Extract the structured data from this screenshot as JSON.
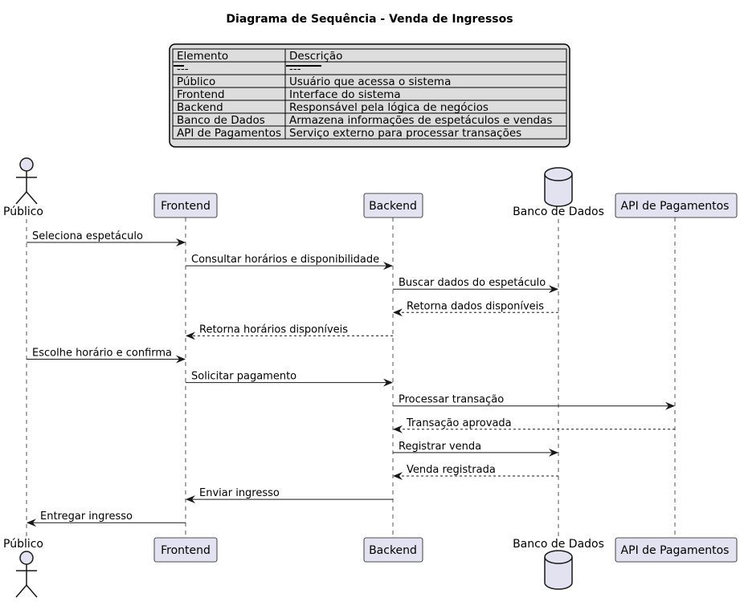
{
  "title": "Diagrama de Sequência - Venda de Ingressos",
  "legend": {
    "header": [
      "Elemento",
      "Descrição"
    ],
    "separator": [
      "---",
      "---"
    ],
    "rows": [
      [
        "Público",
        "Usuário que acessa o sistema"
      ],
      [
        "Frontend",
        "Interface do sistema"
      ],
      [
        "Backend",
        "Responsável pela lógica de negócios"
      ],
      [
        "Banco de Dados",
        "Armazena informações de espetáculos e vendas"
      ],
      [
        "API de Pagamentos",
        "Serviço externo para processar transações"
      ]
    ]
  },
  "participants": [
    {
      "id": "publico",
      "label": "Público",
      "kind": "actor"
    },
    {
      "id": "frontend",
      "label": "Frontend",
      "kind": "participant"
    },
    {
      "id": "backend",
      "label": "Backend",
      "kind": "participant"
    },
    {
      "id": "banco",
      "label": "Banco de Dados",
      "kind": "database"
    },
    {
      "id": "api",
      "label": "API de Pagamentos",
      "kind": "participant"
    }
  ],
  "messages": [
    {
      "from": "publico",
      "to": "frontend",
      "label": "Seleciona espetáculo",
      "style": "solid"
    },
    {
      "from": "frontend",
      "to": "backend",
      "label": "Consultar horários e disponibilidade",
      "style": "solid"
    },
    {
      "from": "backend",
      "to": "banco",
      "label": "Buscar dados do espetáculo",
      "style": "solid"
    },
    {
      "from": "banco",
      "to": "backend",
      "label": "Retorna dados disponíveis",
      "style": "dashed"
    },
    {
      "from": "backend",
      "to": "frontend",
      "label": "Retorna horários disponíveis",
      "style": "dashed"
    },
    {
      "from": "publico",
      "to": "frontend",
      "label": "Escolhe horário e confirma",
      "style": "solid"
    },
    {
      "from": "frontend",
      "to": "backend",
      "label": "Solicitar pagamento",
      "style": "solid"
    },
    {
      "from": "backend",
      "to": "api",
      "label": "Processar transação",
      "style": "solid"
    },
    {
      "from": "api",
      "to": "backend",
      "label": "Transação aprovada",
      "style": "dashed"
    },
    {
      "from": "backend",
      "to": "banco",
      "label": "Registrar venda",
      "style": "solid"
    },
    {
      "from": "banco",
      "to": "backend",
      "label": "Venda registrada",
      "style": "dashed"
    },
    {
      "from": "backend",
      "to": "frontend",
      "label": "Enviar ingresso",
      "style": "solid"
    },
    {
      "from": "frontend",
      "to": "publico",
      "label": "Entregar ingresso",
      "style": "solid"
    }
  ],
  "colors": {
    "participant_fill": "#E2E2F0",
    "participant_stroke": "#181818",
    "legend_fill": "#DDDDDD",
    "line": "#181818",
    "lifeline": "#555555"
  }
}
